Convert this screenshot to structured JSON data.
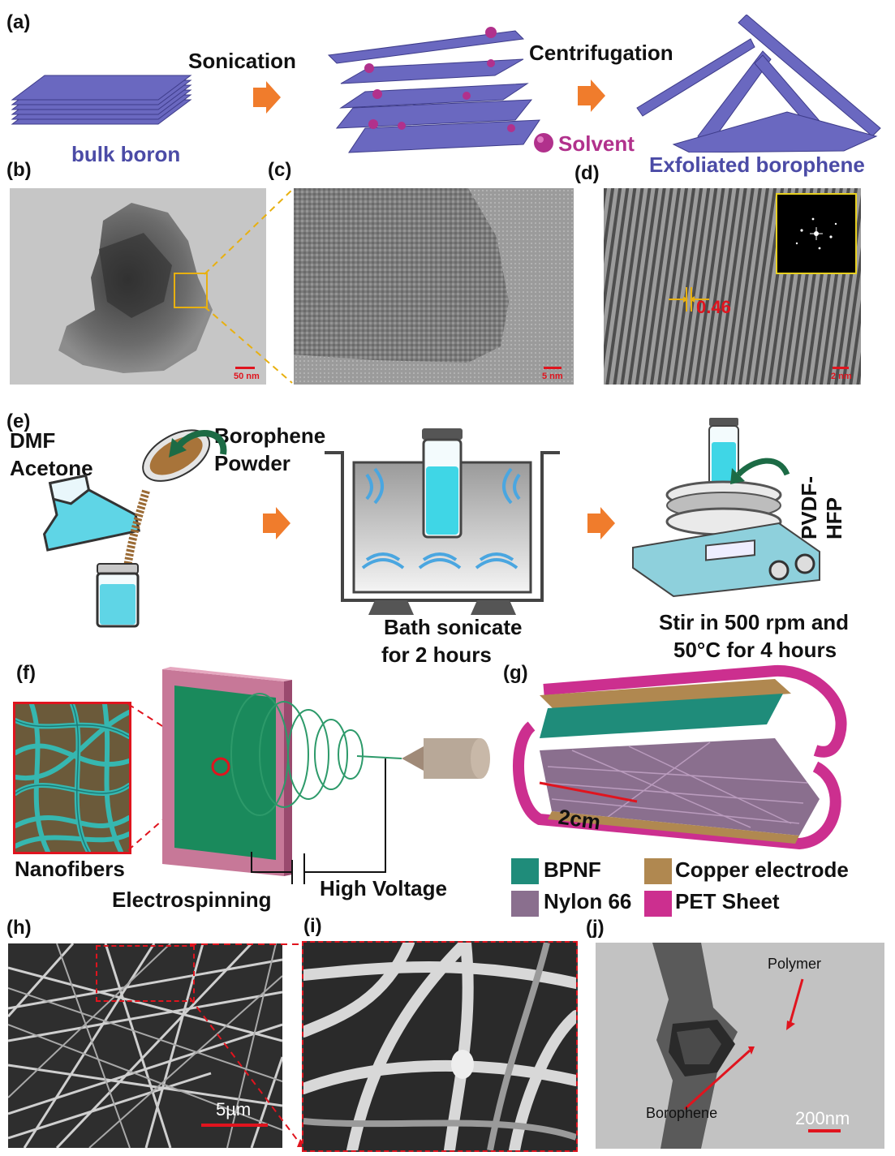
{
  "panels": {
    "a": "(a)",
    "b": "(b)",
    "c": "(c)",
    "d": "(d)",
    "e": "(e)",
    "f": "(f)",
    "g": "(g)",
    "h": "(h)",
    "i": "(i)",
    "j": "(j)"
  },
  "a": {
    "sonication": "Sonication",
    "centrifugation": "Centrifugation",
    "bulk_boron": "bulk boron",
    "solvent": "Solvent",
    "exfoliated": "Exfoliated borophene"
  },
  "b": {
    "scale": "50 nm"
  },
  "c": {
    "scale": "5 nm"
  },
  "d": {
    "spacing": "0.46",
    "scale": "2 nm"
  },
  "e": {
    "dmf": "DMF",
    "acetone": "Acetone",
    "borophene1": "Borophene",
    "borophene2": "Powder",
    "bath1": "Bath sonicate",
    "bath2": "for 2 hours",
    "polymer": "PVDF-HFP",
    "stir1": "Stir in 500 rpm and",
    "stir2": "50°C for 4 hours"
  },
  "f": {
    "nanofibers": "Nanofibers",
    "electrospinning": "Electrospinning",
    "voltage": "High Voltage"
  },
  "g": {
    "length": "2cm",
    "legend": [
      {
        "label": "BPNF",
        "color": "#1f8c7a"
      },
      {
        "label": "Nylon 66",
        "color": "#8a6f8e"
      },
      {
        "label": "Copper electrode",
        "color": "#b08850"
      },
      {
        "label": "PET Sheet",
        "color": "#cc2f8f"
      }
    ]
  },
  "h": {
    "scale": "5µm"
  },
  "j": {
    "polymer": "Polymer",
    "borophene": "Borophene",
    "scale": "200nm"
  },
  "colors": {
    "arrow": "#f07c2c",
    "sheet": "#6a68c0",
    "accent_red": "#e0141e"
  }
}
